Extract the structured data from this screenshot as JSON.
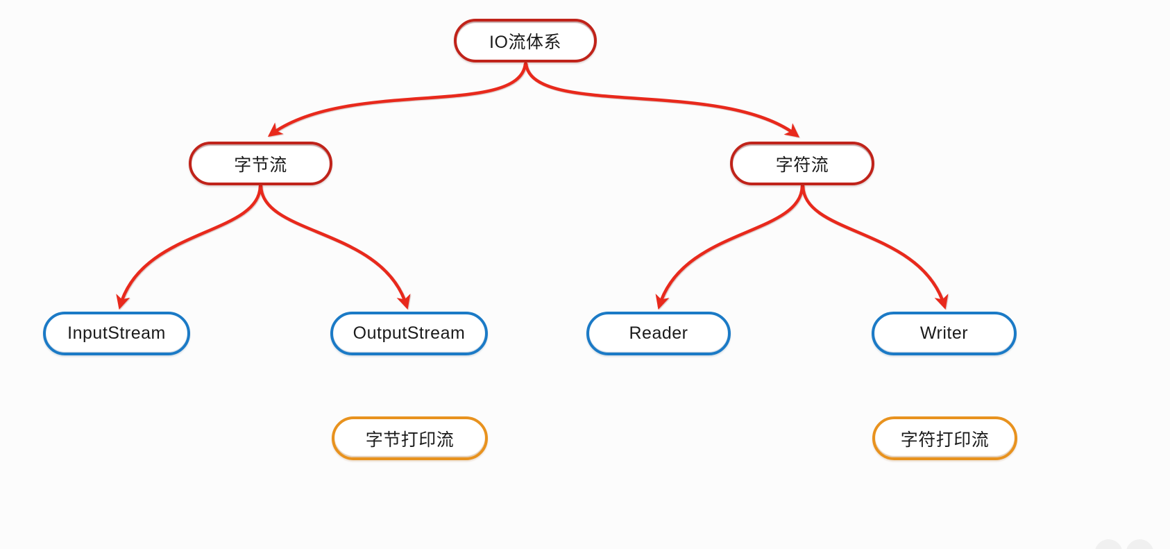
{
  "diagram": {
    "title": "IO流体系",
    "background_color": "#fcfcfc",
    "colors": {
      "red_node_border": "#c0231a",
      "blue_node_border": "#1b7ac6",
      "orange_node_border": "#e8921e",
      "arrow": "#e8291c",
      "text": "#1a1a1a"
    },
    "nodes": [
      {
        "id": "io-stream-system",
        "label": "IO流体系",
        "style": "red",
        "level": 0
      },
      {
        "id": "byte-stream",
        "label": "字节流",
        "style": "red",
        "level": 1
      },
      {
        "id": "char-stream",
        "label": "字符流",
        "style": "red",
        "level": 1
      },
      {
        "id": "input-stream",
        "label": "InputStream",
        "style": "blue",
        "level": 2
      },
      {
        "id": "output-stream",
        "label": "OutputStream",
        "style": "blue",
        "level": 2
      },
      {
        "id": "reader",
        "label": "Reader",
        "style": "blue",
        "level": 2
      },
      {
        "id": "writer",
        "label": "Writer",
        "style": "blue",
        "level": 2
      },
      {
        "id": "byte-print-stream",
        "label": "字节打印流",
        "style": "orange",
        "level": 3
      },
      {
        "id": "char-print-stream",
        "label": "字符打印流",
        "style": "orange",
        "level": 3
      }
    ],
    "edges": [
      {
        "from": "IO流体系",
        "to": "字节流"
      },
      {
        "from": "IO流体系",
        "to": "字符流"
      },
      {
        "from": "字节流",
        "to": "InputStream"
      },
      {
        "from": "字节流",
        "to": "OutputStream"
      },
      {
        "from": "字符流",
        "to": "Reader"
      },
      {
        "from": "字符流",
        "to": "Writer"
      }
    ],
    "watermark": {
      "icon": "faint-logo-icon"
    }
  }
}
